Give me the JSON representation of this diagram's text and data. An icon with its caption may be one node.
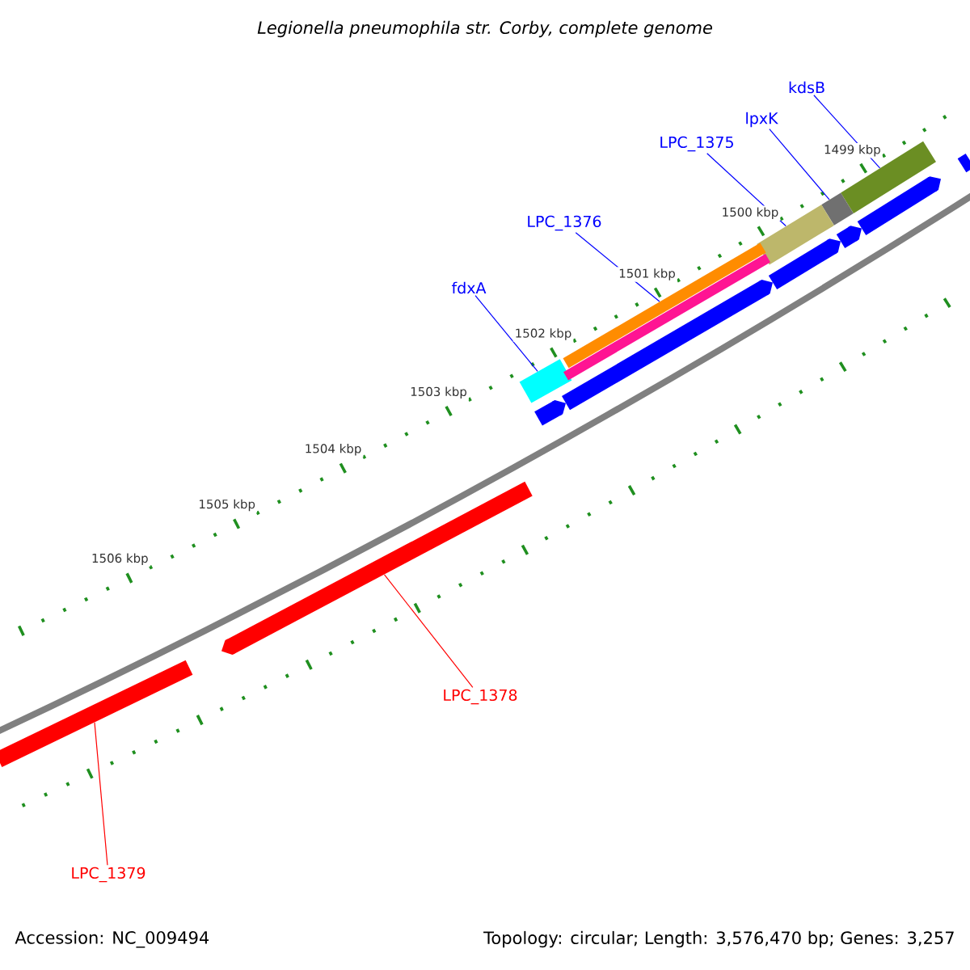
{
  "diagram": {
    "title": "Legionella pneumophila str. Corby, complete genome",
    "nodes": [
      {
        "text": [
          "kdsB"
        ]
      },
      {
        "text": [
          "lpxK"
        ]
      },
      {
        "text": [
          "LPC_1375"
        ]
      },
      {
        "text": [
          "LPC_1376"
        ]
      },
      {
        "text": [
          "fdxA"
        ]
      },
      {
        "text": [
          "LPC_1378"
        ]
      },
      {
        "text": [
          "LPC_1379"
        ]
      },
      {
        "text": [],
        "shape": "bar"
      },
      {
        "text": [],
        "shape": "bar"
      },
      {
        "text": [],
        "shape": "bar"
      },
      {
        "text": [],
        "shape": "bar"
      },
      {
        "text": [],
        "shape": "bar"
      },
      {
        "text": [],
        "shape": "bar"
      },
      {
        "text": [],
        "shape": "bar"
      },
      {
        "text": [],
        "shape": "bar"
      },
      {
        "text": [],
        "shape": "bar"
      },
      {
        "text": [],
        "shape": "bar"
      },
      {
        "text": [],
        "shape": "bar"
      },
      {
        "text": [],
        "shape": "bar"
      },
      {
        "text": [],
        "shape": "bar"
      },
      {
        "text": [],
        "shape": "bar"
      }
    ],
    "edges": [
      {
        "from": 0,
        "to": 7,
        "arrow": "none"
      },
      {
        "from": 1,
        "to": 8,
        "arrow": "none"
      },
      {
        "from": 2,
        "to": 9,
        "arrow": "none"
      },
      {
        "from": 3,
        "to": 10,
        "arrow": "none"
      },
      {
        "from": 4,
        "to": 11,
        "arrow": "none"
      },
      {
        "from": 5,
        "to": 12,
        "arrow": "none",
        "color": "#ff0000"
      },
      {
        "from": 6,
        "to": 13,
        "arrow": "none",
        "color": "#ff0000"
      }
    ],
    "labels": [
      "1499 kbp",
      "1500 kbp",
      "1501 kbp",
      "1502 kbp",
      "1503 kbp",
      "1504 kbp",
      "1505 kbp",
      "1506 kbp",
      "Accession: NC_009494",
      "Topology: circular; Length: 3,576,470 bp; Genes: 3,257"
    ]
  }
}
